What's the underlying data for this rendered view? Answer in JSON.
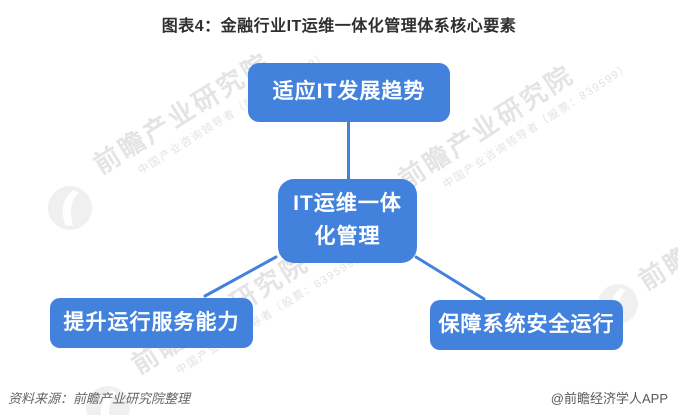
{
  "title": "图表4：金融行业IT运维一体化管理体系核心要素",
  "diagram": {
    "top_node": "适应IT发展趋势",
    "center_node_line1": "IT运维一体",
    "center_node_line2": "化管理",
    "bottom_left_node": "提升运行服务能力",
    "bottom_right_node": "保障系统安全运行"
  },
  "watermark": {
    "big": "前瞻产业研究院",
    "small": "中国产业咨询领导者（股票：839599）"
  },
  "footer": {
    "source": "资料来源：前瞻产业研究院整理",
    "credit": "@前瞻经济学人APP"
  },
  "colors": {
    "box_blue": "#4282DC",
    "line_blue": "#4282DC",
    "title_text": "#2F2F2F",
    "watermark_gray": "#DCDCDC"
  }
}
